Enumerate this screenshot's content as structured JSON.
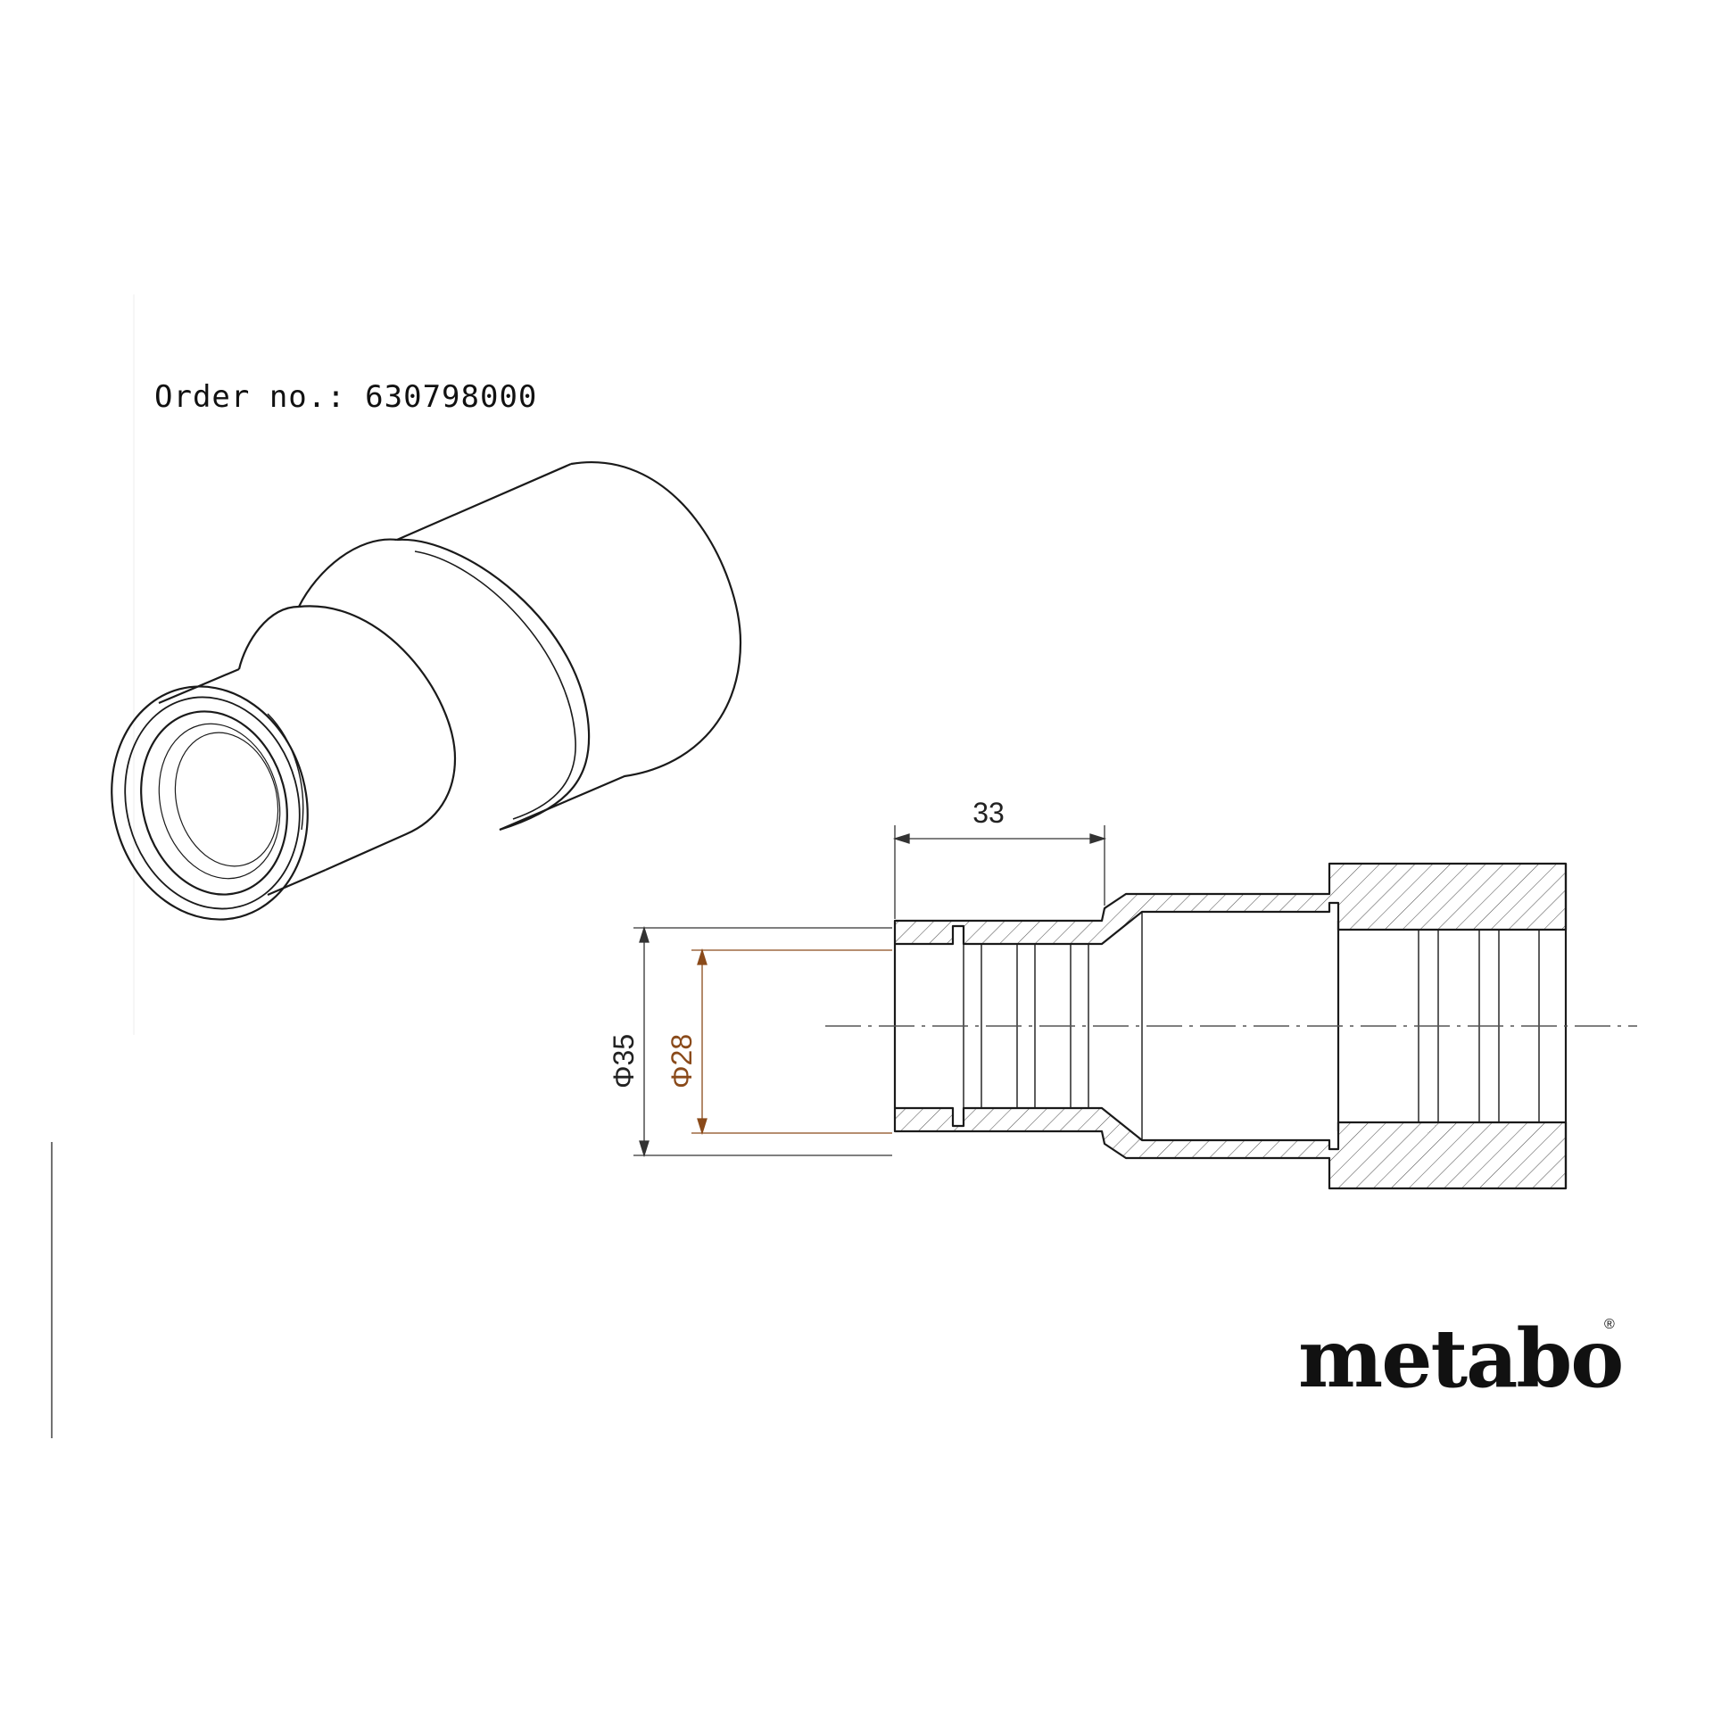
{
  "order": {
    "text": "Order no.: 630798000"
  },
  "dimensions": {
    "length": "33",
    "outer_diameter": "Φ35",
    "inner_diameter": "Φ28"
  },
  "colors": {
    "line": "#1a1a1a",
    "dim_line": "#333333",
    "accent_dim": "#8a4a1a",
    "centerline": "#555555",
    "hatch": "#555555"
  },
  "brand": {
    "logo": "metabo",
    "registered": "®"
  }
}
